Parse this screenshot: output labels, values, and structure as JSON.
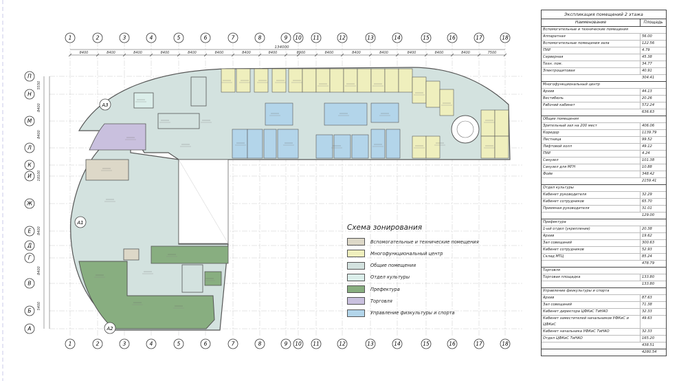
{
  "colors": {
    "aux": "#ddd8c8",
    "mfc": "#efefbd",
    "common": "#d3e2df",
    "culture": "#dbeeea",
    "prefecture": "#88ae80",
    "trade": "#c9c0de",
    "sport": "#b3d5ea",
    "wall": "#555555"
  },
  "grid": {
    "cols": [
      "1",
      "2",
      "3",
      "4",
      "5",
      "6",
      "7",
      "8",
      "9",
      "10",
      "11",
      "12",
      "13",
      "14",
      "15",
      "16",
      "17",
      "18"
    ],
    "rows": [
      "П",
      "Н",
      "М",
      "Л",
      "К",
      "И",
      "Ж",
      "Е",
      "Д",
      "Г",
      "В",
      "Б",
      "А"
    ],
    "total_dim": "134000",
    "col_dims": [
      "8400",
      "8400",
      "8400",
      "8400",
      "8400",
      "8400",
      "8400",
      "8400",
      "8900",
      "8400",
      "8400",
      "8400",
      "8400",
      "8400",
      "8400",
      "7500"
    ],
    "row_dims": [
      "5550",
      "8400",
      "8400",
      "18100",
      "8400",
      "8400",
      "5400"
    ],
    "axis_marks": [
      "А1",
      "А2",
      "А3"
    ]
  },
  "legend": {
    "title": "Схема зонирования",
    "items": [
      {
        "label": "Вспомогательные и технические помещения",
        "color": "#ddd8c8"
      },
      {
        "label": "Многофункциональный центр",
        "color": "#efefbd"
      },
      {
        "label": "Общие помещения",
        "color": "#d3e2df"
      },
      {
        "label": "Отдел культуры",
        "color": "#dbeeea"
      },
      {
        "label": "Префектура",
        "color": "#88ae80"
      },
      {
        "label": "Торговля",
        "color": "#c9c0de"
      },
      {
        "label": "Управление физкультуры и спорта",
        "color": "#b3d5ea"
      }
    ]
  },
  "schedule": {
    "title": "Экспликация помещений 2 этажа",
    "col_name": "Наименование",
    "col_area": "Площадь",
    "sections": [
      {
        "name": "Вспомогательные и технические помещения",
        "rows": [
          [
            "Аппаратная",
            "56.00"
          ],
          [
            "Вспомогательные помещения зала",
            "122.56"
          ],
          [
            "ПУИ",
            "4.79"
          ],
          [
            "Серверная",
            "45.38"
          ],
          [
            "Техн. пом.",
            "34.77"
          ],
          [
            "Электрощитовая",
            "40.91"
          ]
        ],
        "total": "304.41"
      },
      {
        "name": "Многофункциональный центр",
        "rows": [
          [
            "Архив",
            "44.13"
          ],
          [
            "Вестибюль",
            "20.26"
          ],
          [
            "Рабочий кабинет",
            "572.24"
          ]
        ],
        "total": "636.63"
      },
      {
        "name": "Общие помещения",
        "rows": [
          [
            "Зрительный зал на 200 мест",
            "406.06"
          ],
          [
            "Коридор",
            "1139.79"
          ],
          [
            "Лестница",
            "99.52"
          ],
          [
            "Лифтовой холл",
            "49.12"
          ],
          [
            "ПУИ",
            "4.24"
          ],
          [
            "Санузел",
            "101.38"
          ],
          [
            "Санузел для МГН",
            "10.88"
          ],
          [
            "Фойе",
            "348.42"
          ]
        ],
        "total": "2159.41"
      },
      {
        "name": "Отдел культуры",
        "rows": [
          [
            "Кабинет руководителя",
            "32.29"
          ],
          [
            "Кабинет сотрудников",
            "65.70"
          ],
          [
            "Приемная руководителя",
            "31.01"
          ]
        ],
        "total": "129.00"
      },
      {
        "name": "Префектура",
        "rows": [
          [
            "1-ый отдел (укрепление)",
            "20.38"
          ],
          [
            "Архив",
            "19.62"
          ],
          [
            "Зал совещаний",
            "300.63"
          ],
          [
            "Кабинет сотрудников",
            "52.93"
          ],
          [
            "Склад МТЦ",
            "85.24"
          ]
        ],
        "total": "478.79"
      },
      {
        "name": "Торговля",
        "rows": [
          [
            "Торговая площадка",
            "133.80"
          ]
        ],
        "total": "133.80"
      },
      {
        "name": "Управление физкультуры и спорта",
        "rows": [
          [
            "Архив",
            "87.63"
          ],
          [
            "Зал совещаний",
            "71.38"
          ],
          [
            "Кабинет директора ЦФКиС ТиНАО",
            "32.33"
          ],
          [
            "Кабинет заместителей начальников УФКиС и ЦФКиС",
            "49.63"
          ],
          [
            "Кабинет начальника УФКиС ТиНАО",
            "32.33"
          ],
          [
            "Отдел ЦФКиС ТиНАО",
            "165.20"
          ]
        ],
        "total": "438.51"
      }
    ],
    "grand_total": "4280.54"
  }
}
